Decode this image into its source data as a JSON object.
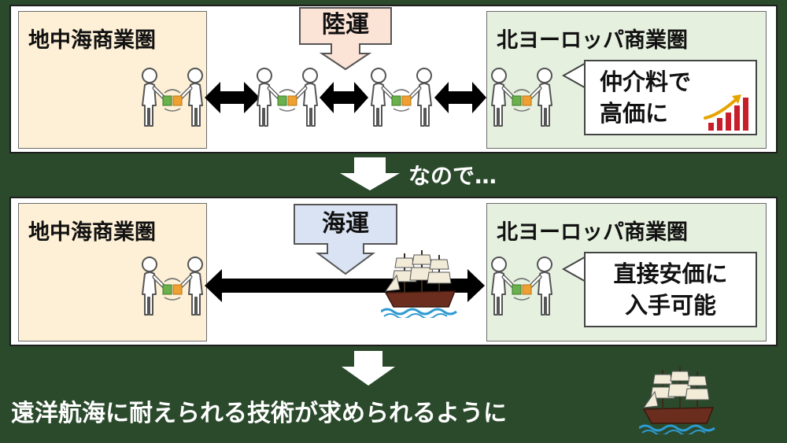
{
  "panel1": {
    "left_region_title": "地中海商業圏",
    "right_region_title": "北ヨーロッパ商業圏",
    "transport_label": "陸運",
    "bubble_line1": "仲介料で",
    "bubble_line2": "高価に"
  },
  "connector_text": "なので…",
  "panel2": {
    "left_region_title": "地中海商業圏",
    "right_region_title": "北ヨーロッパ商業圏",
    "transport_label": "海運",
    "bubble_line1": "直接安価に",
    "bubble_line2": "入手可能"
  },
  "conclusion_text": "遠洋航海に耐えられる技術が求められるように",
  "colors": {
    "background": "#2b4a2c",
    "mediterranean_region": "#fdf0d6",
    "northern_region": "#e5f0de",
    "land_label_bg": "#fbe3d6",
    "sea_label_bg": "#dae3f3",
    "goods_green": "#6ab04c",
    "goods_orange": "#f0a030",
    "growth_bars": "#c81e2a"
  },
  "icons": [
    "trading-people-icon",
    "double-arrow-icon",
    "down-arrow-icon",
    "sailing-ship-icon",
    "rising-chart-icon"
  ]
}
